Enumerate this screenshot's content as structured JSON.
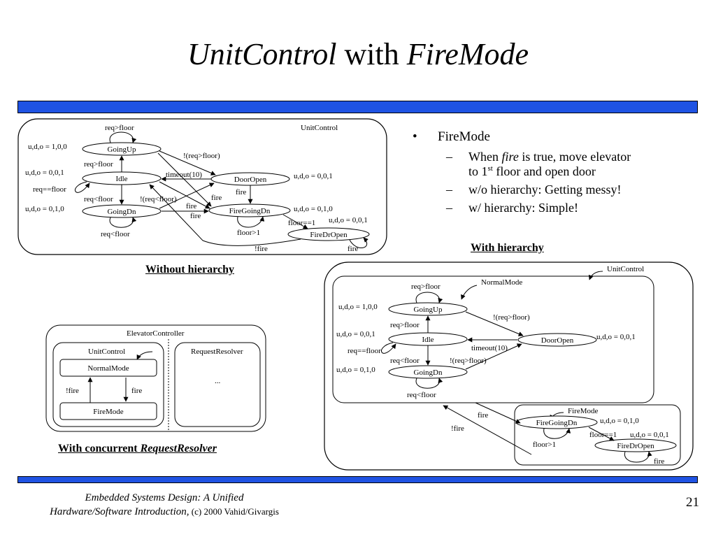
{
  "title": {
    "part1": "UnitControl",
    "part2": " with ",
    "part3": "FireMode"
  },
  "colors": {
    "bar": "#1f53e3"
  },
  "bullets": {
    "main": "FireMode",
    "sub": [
      {
        "pre": "When ",
        "em": "fire",
        "post": " is true, move elevator"
      },
      {
        "line2_pre": "to 1",
        "line2_sup": "st",
        "line2_post": " floor and open door"
      },
      {
        "text": "w/o hierarchy: Getting messy!"
      },
      {
        "text": "w/ hierarchy: Simple!"
      }
    ]
  },
  "captions": {
    "without": "Without hierarchy",
    "with": "With hierarchy",
    "concurrent_pre": "With concurrent ",
    "concurrent_em": "RequestResolver"
  },
  "flat": {
    "container": "UnitControl",
    "states": {
      "going_up": "GoingUp",
      "idle": "Idle",
      "going_dn": "GoingDn",
      "door_open": "DoorOpen",
      "fire_going_dn": "FireGoingDn",
      "fire_dr_open": "FireDrOpen"
    },
    "labels": {
      "req_gt_floor_top": "req>floor",
      "out_going_up": "u,d,o = 1,0,0",
      "req_gt_floor": "req>floor",
      "out_idle": "u,d,o = 0,0,1",
      "req_eq_floor": "req==floor",
      "req_lt_floor": "req<floor",
      "out_going_dn": "u,d,o = 0,1,0",
      "req_lt_floor_bottom": "req<floor",
      "not_req_gt_floor": "!(req>floor)",
      "timeout": "timeout(10)",
      "not_req_lt_floor": "!(req<floor)",
      "out_door_open": "u,d,o = 0,0,1",
      "fire_door": "fire",
      "fire_a": "fire",
      "fire_b": "fire",
      "fire_c": "fire",
      "out_fire_going_dn": "u,d,o = 0,1,0",
      "floor_eq_1": "floor==1",
      "out_fire_dr_open": "u,d,o = 0,0,1",
      "floor_gt_1": "floor>1",
      "not_fire": "!fire",
      "fire_self": "fire"
    }
  },
  "hier": {
    "container": "UnitControl",
    "normal_mode": "NormalMode",
    "fire_mode": "FireMode",
    "states": {
      "going_up": "GoingUp",
      "idle": "Idle",
      "going_dn": "GoingDn",
      "door_open": "DoorOpen",
      "fire_going_dn": "FireGoingDn",
      "fire_dr_open": "FireDrOpen"
    },
    "labels": {
      "req_gt_floor_top": "req>floor",
      "out_going_up": "u,d,o = 1,0,0",
      "req_gt_floor": "req>floor",
      "out_idle": "u,d,o = 0,0,1",
      "req_eq_floor": "req==floor",
      "req_lt_floor": "req<floor",
      "out_going_dn": "u,d,o = 0,1,0",
      "req_lt_floor_bottom": "req<floor",
      "not_req_gt_floor": "!(req>floor)",
      "timeout": "timeout(10)",
      "not_req_lt_floor": "!(req>floor)",
      "out_door_open": "u,d,o = 0,0,1",
      "fire": "fire",
      "not_fire": "!fire",
      "out_fire_going_dn": "u,d,o = 0,1,0",
      "floor_eq_1": "floor==1",
      "out_fire_dr_open": "u,d,o = 0,0,1",
      "floor_gt_1": "floor>1",
      "fire_self": "fire"
    }
  },
  "concurrent": {
    "container": "ElevatorController",
    "unit_control": "UnitControl",
    "request_resolver": "RequestResolver",
    "normal_mode": "NormalMode",
    "fire_mode": "FireMode",
    "not_fire": "!fire",
    "fire": "fire",
    "ellipsis": "..."
  },
  "footer": {
    "line1": "Embedded Systems Design: A Unified",
    "line2_em": "Hardware/Software Introduction,",
    "line2_rest": " (c) 2000 Vahid/Givargis"
  },
  "page_number": "21"
}
